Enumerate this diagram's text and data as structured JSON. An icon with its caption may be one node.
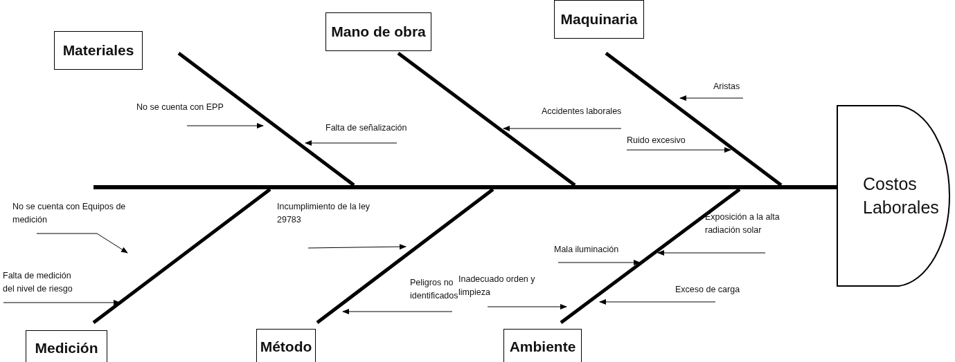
{
  "diagram": {
    "nodes": [
      {
        "text": [
          "Materiales"
        ]
      },
      {
        "text": [
          "Mano de obra"
        ]
      },
      {
        "text": [
          "Maquinaria"
        ]
      },
      {
        "text": [
          "No se cuenta con EPP"
        ]
      },
      {
        "text": [
          "Accidentes laborales"
        ]
      },
      {
        "text": [
          "Aristas"
        ]
      },
      {
        "text": [
          "Falta de señalización"
        ]
      },
      {
        "text": [
          "Ruido excesivo"
        ]
      },
      {
        "text": [
          "Costos Laborales"
        ]
      },
      {
        "text": [
          "No se cuenta con Equipos de medición"
        ]
      },
      {
        "text": [
          "Incumplimiento de la ley 29783"
        ]
      },
      {
        "text": [
          "Exposición a la alta radiación solar"
        ]
      },
      {
        "text": [
          "Mala iluminación"
        ]
      },
      {
        "text": [
          "Falta de medición del nivel de riesgo"
        ]
      },
      {
        "text": [
          "Peligros no identificados"
        ]
      },
      {
        "text": [
          "Inadecuado orden y limpieza"
        ]
      },
      {
        "text": [
          "Exceso de carga"
        ]
      },
      {
        "text": [
          "Medición"
        ]
      },
      {
        "text": [
          "Método"
        ]
      },
      {
        "text": [
          "Ambiente"
        ]
      },
      {
        "text": [],
        "shape": "bar"
      }
    ],
    "edges": [
      {
        "from": 0,
        "to": 20,
        "arrow": "none",
        "style": "thick"
      },
      {
        "from": 1,
        "to": 20,
        "arrow": "none",
        "style": "thick"
      },
      {
        "from": 2,
        "to": 20,
        "arrow": "none",
        "style": "thick"
      },
      {
        "from": 17,
        "to": 20,
        "arrow": "none",
        "style": "thick"
      },
      {
        "from": 18,
        "to": 20,
        "arrow": "none",
        "style": "thick"
      },
      {
        "from": 19,
        "to": 20,
        "arrow": "none",
        "style": "thick"
      },
      {
        "from": 3,
        "to": null,
        "arrow": "to"
      },
      {
        "from": 4,
        "to": null,
        "arrow": "to"
      },
      {
        "from": 5,
        "to": null,
        "arrow": "to"
      },
      {
        "from": 6,
        "to": null,
        "arrow": "to"
      },
      {
        "from": 7,
        "to": null,
        "arrow": "to"
      },
      {
        "from": 9,
        "to": null,
        "arrow": "to"
      },
      {
        "from": 10,
        "to": null,
        "arrow": "to"
      },
      {
        "from": 11,
        "to": null,
        "arrow": "to"
      },
      {
        "from": 12,
        "to": null,
        "arrow": "to"
      },
      {
        "from": 13,
        "to": null,
        "arrow": "to"
      },
      {
        "from": 14,
        "to": null,
        "arrow": "to"
      },
      {
        "from": 15,
        "to": null,
        "arrow": "to"
      },
      {
        "from": 16,
        "to": null,
        "arrow": "to"
      }
    ]
  }
}
